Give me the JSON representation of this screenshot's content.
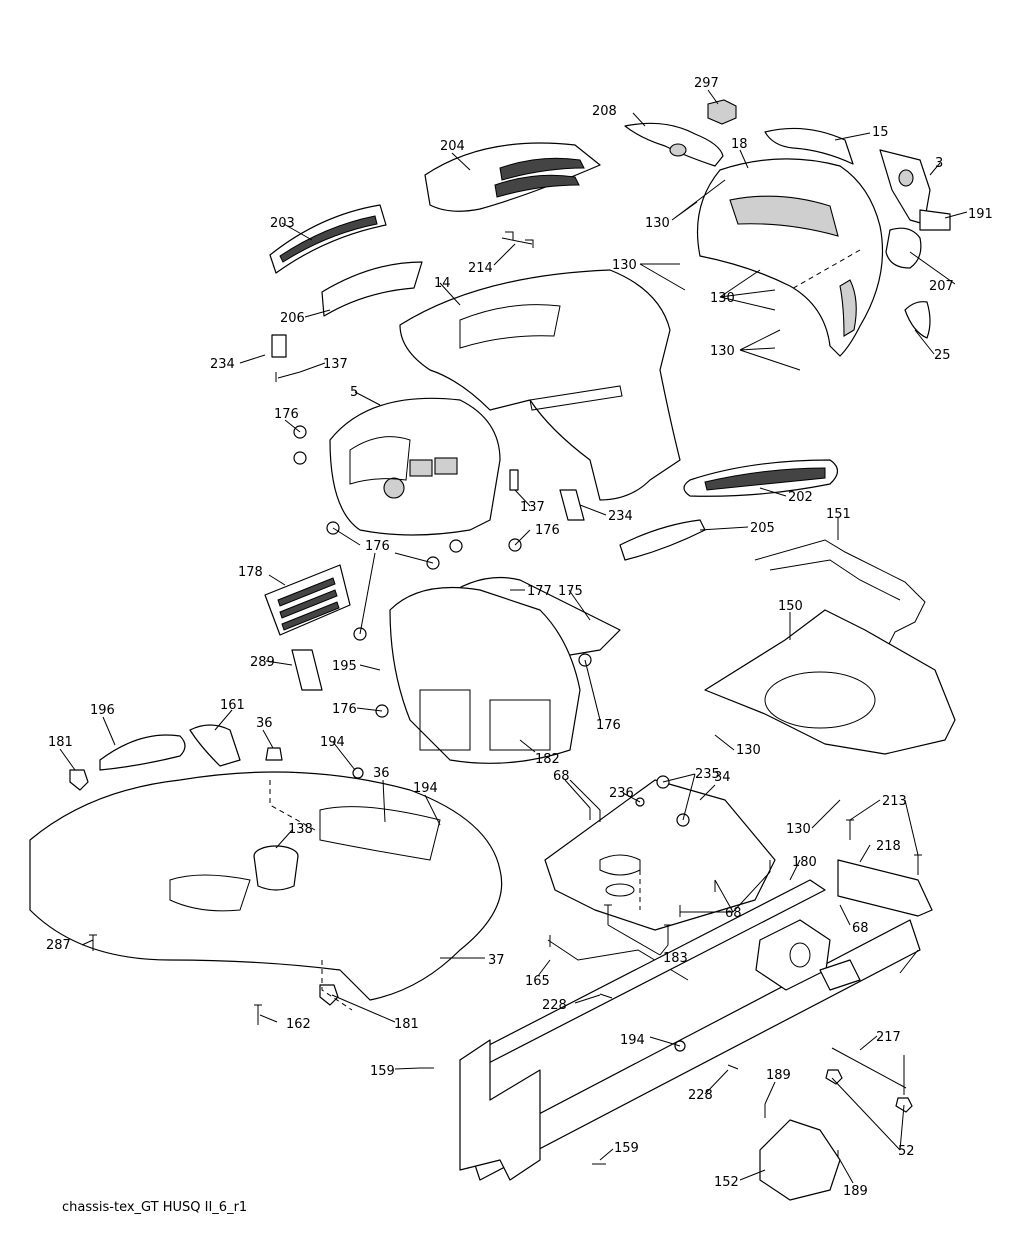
{
  "caption": "chassis-tex_GT HUSQ II_6_r1",
  "labels": [
    "297",
    "208",
    "18",
    "15",
    "3",
    "204",
    "130",
    "191",
    "207",
    "203",
    "214",
    "130",
    "130",
    "14",
    "206",
    "130",
    "25",
    "234",
    "137",
    "5",
    "176",
    "202",
    "137",
    "234",
    "205",
    "176",
    "151",
    "176",
    "178",
    "177",
    "175",
    "150",
    "289",
    "195",
    "196",
    "161",
    "176",
    "176",
    "181",
    "36",
    "194",
    "36",
    "182",
    "130",
    "194",
    "68",
    "235",
    "34",
    "236",
    "138",
    "130",
    "213",
    "218",
    "180",
    "68",
    "287",
    "37",
    "183",
    "68",
    "165",
    "162",
    "181",
    "228",
    "194",
    "217",
    "159",
    "228",
    "189",
    "189",
    "159",
    "52",
    "152"
  ]
}
